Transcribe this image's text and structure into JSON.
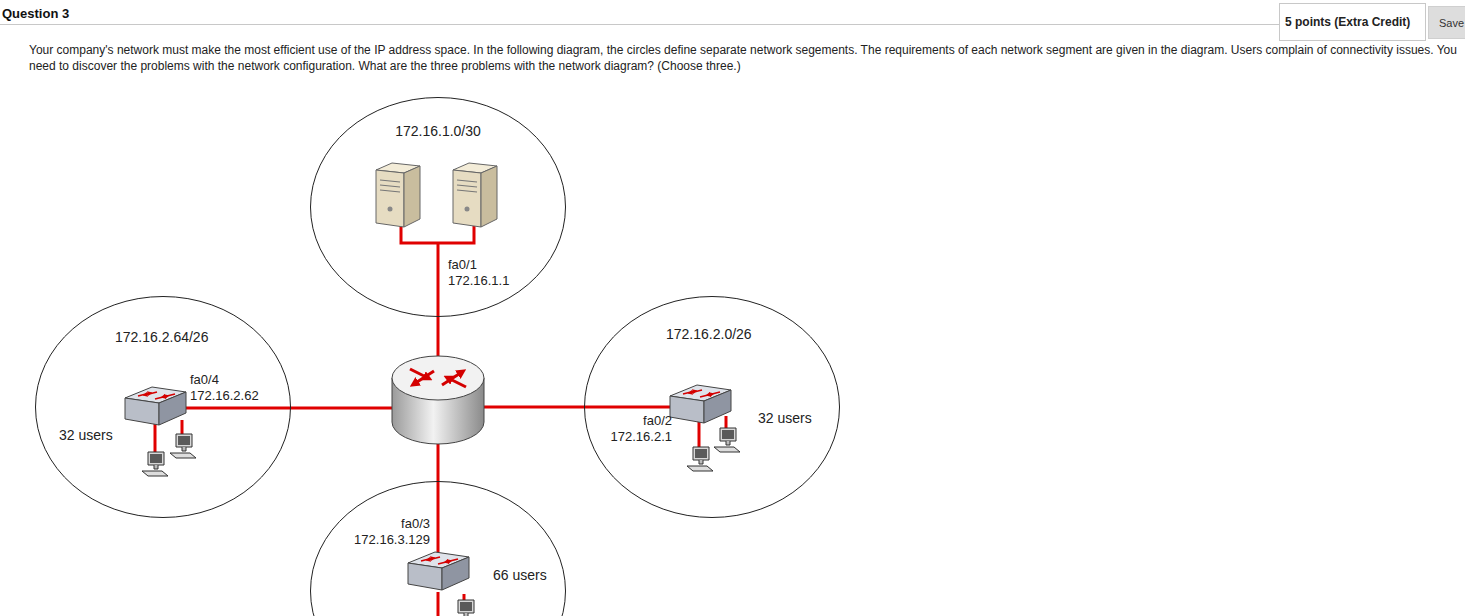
{
  "diagram": {
    "title": "Question 3",
    "nodes": [
      {
        "text": [
          "172.16.1.0/30",
          "fa0/1 172.16.1.1"
        ]
      },
      {
        "text": [
          "172.16.2.64/26",
          "fa0/4 172.16.2.62",
          "32 users"
        ]
      },
      {
        "text": [
          "172.16.2.0/26",
          "fa0/2 172.16.2.1",
          "32 users"
        ]
      },
      {
        "text": [
          "fa0/3 172.16.3.129",
          "66 users"
        ]
      }
    ],
    "labels": [
      "5 points (Extra Credit)",
      "Save",
      "Your company's network must make the most efficient use of the IP address space. In the following diagram, the circles define separate network segements. The requirements of each network segment are given in the diagram. Users complain of connectivity issues. You need to discover the problems with the network configuration. What are the three problems with the network diagram? (Choose three.)"
    ]
  }
}
